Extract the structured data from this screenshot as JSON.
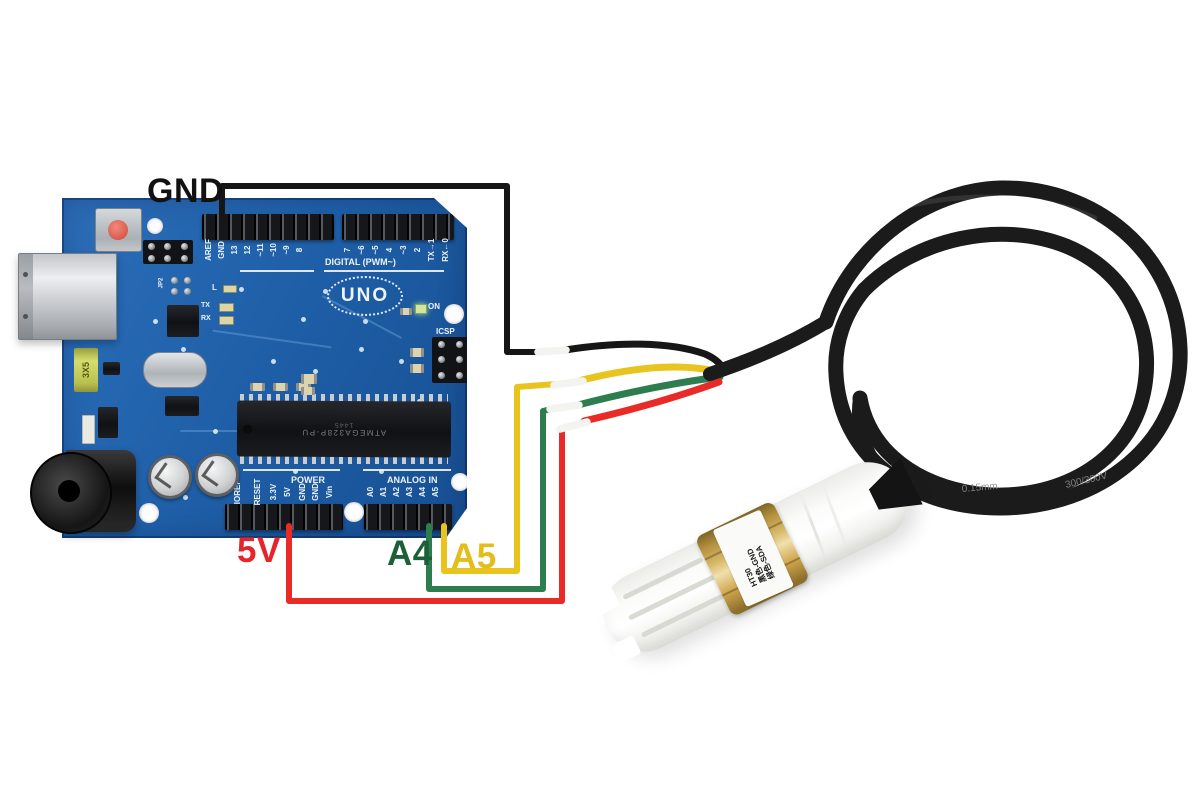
{
  "colors": {
    "pcb": "#1f60a9",
    "header": "#17181b",
    "wire_black": "#161616",
    "wire_red": "#e82b26",
    "wire_green": "#2e7d4f",
    "wire_yellow": "#eac41e",
    "cable": "#1b1b1b",
    "tip_white": "#f3f3f0",
    "label_black": "#111111",
    "label_red": "#e5242b",
    "label_green": "#1d6038",
    "label_yellow": "#e3bd1b",
    "silk": "#eef3f9",
    "brass": "#d8b96a"
  },
  "wire_labels": {
    "gnd": "GND",
    "v5": "5V",
    "a4": "A4",
    "a5": "A5"
  },
  "board": {
    "logo": "UNO",
    "digital_caption": "DIGITAL (PWM~)",
    "power_caption": "POWER",
    "analog_caption": "ANALOG IN",
    "icsp_label": "ICSP",
    "on_label": "ON",
    "tx_label": "TX",
    "rx_label": "RX",
    "l_label": "L",
    "jp2_label": "JP2",
    "fuse_label": "3X5",
    "mcu_line1": "ATMEGA328P-PU",
    "mcu_line2": "1445",
    "digital_pins": [
      "AREF",
      "GND",
      "13",
      "12",
      "~11",
      "~10",
      "~9",
      "8",
      "7",
      "~6",
      "~5",
      "4",
      "~3",
      "2",
      "TX→1",
      "RX←0"
    ],
    "power_pins": [
      "IOREF",
      "RESET",
      "3.3V",
      "5V",
      "GND",
      "GND",
      "Vin"
    ],
    "analog_pins": [
      "A0",
      "A1",
      "A2",
      "A3",
      "A4",
      "A5"
    ]
  },
  "sensor": {
    "label_line1": "HT30",
    "label_line2": "黑色-GND",
    "label_line3": "绿色-SDA"
  },
  "cable": {
    "print1": "0.15mm",
    "print2": "300/300V"
  }
}
